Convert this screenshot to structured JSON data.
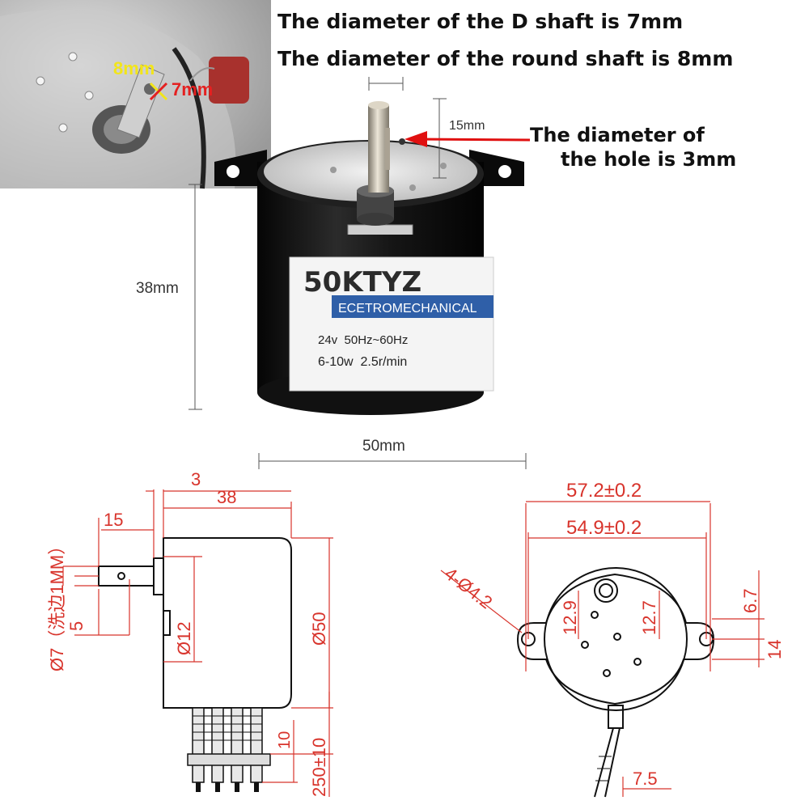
{
  "headline": {
    "line1": "The diameter of the D shaft is 7mm",
    "line2": "The diameter of the round shaft is 8mm",
    "hole_line1": "The diameter of",
    "hole_line2": "the hole is 3mm"
  },
  "inset": {
    "label_8mm": "8mm",
    "label_7mm": "7mm"
  },
  "photo": {
    "model": "50KTYZ",
    "brand_strip": "ECETROMECHANICAL",
    "spec_line1": "24v  50Hz~60Hz",
    "spec_line2": "6-10w  2.5r/min",
    "dim_height": "38mm",
    "dim_width": "50mm",
    "dim_shaft": "15mm"
  },
  "side_view": {
    "dim_3": "3",
    "dim_38": "38",
    "dim_15": "15",
    "dim_5": "5",
    "dim_shaft_dia": "Ø7（洗边1MM）",
    "dim_boss": "Ø12",
    "dim_body": "Ø50",
    "dim_10": "10",
    "dim_lead": "250±10"
  },
  "front_view": {
    "dim_57": "57.2±0.2",
    "dim_549": "54.9±0.2",
    "dim_holes": "4-Ø4.2",
    "dim_129": "12.9",
    "dim_127": "12.7",
    "dim_67": "6.7",
    "dim_14": "14",
    "dim_75": "7.5"
  },
  "colors": {
    "dimension": "#d8342c",
    "arrow": "#e01010",
    "inset_yellow": "#f2e51a",
    "inset_red": "#e42020",
    "strip_blue": "#2f5fa8"
  }
}
